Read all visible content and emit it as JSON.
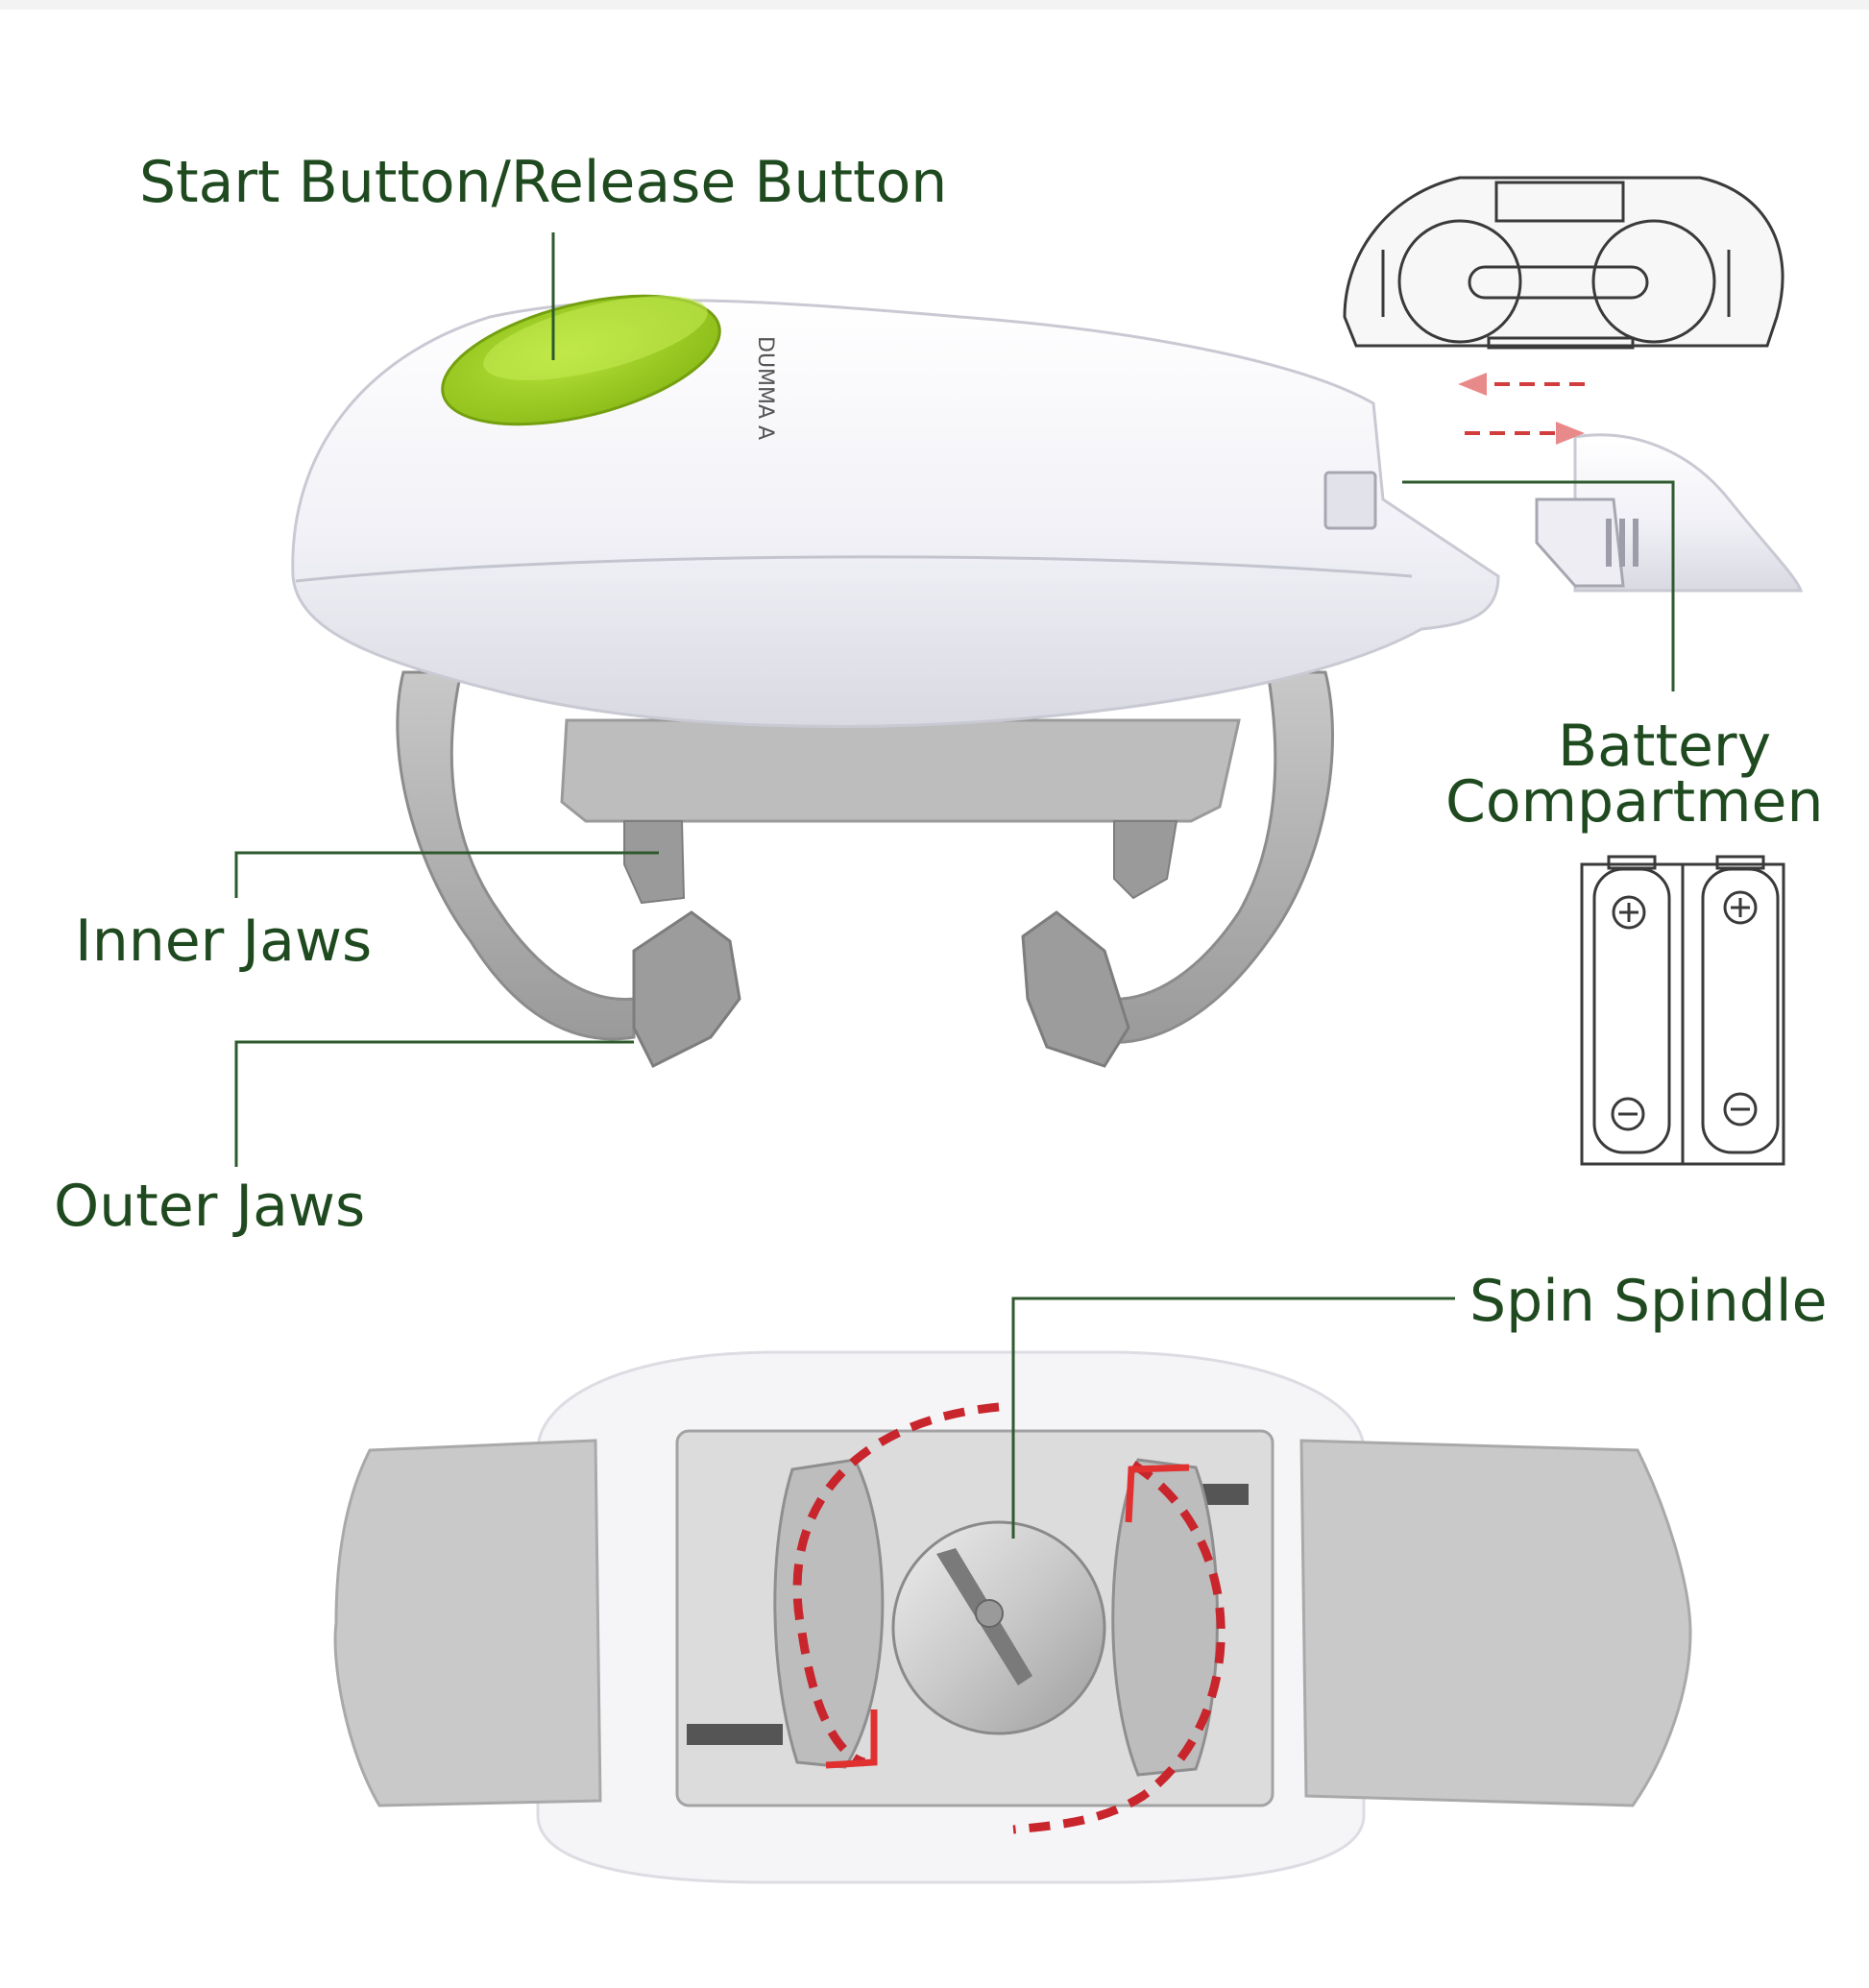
{
  "labels": {
    "start_button": "Start Button/Release Button",
    "battery_line1": "Battery",
    "battery_line2": "Compartmen",
    "inner_jaws": "Inner Jaws",
    "outer_jaws": "Outer Jaws",
    "spin_spindle": "Spin Spindle"
  },
  "device_text": "DUMMA A",
  "colors": {
    "label_green": "#1f4a1f",
    "button_green": "#9bcf1e",
    "body_white": "#f4f4f8",
    "jaw_grey": "#a9a9a9",
    "arrow_red": "#d23c3c",
    "leader_line": "#2e5a2e"
  }
}
